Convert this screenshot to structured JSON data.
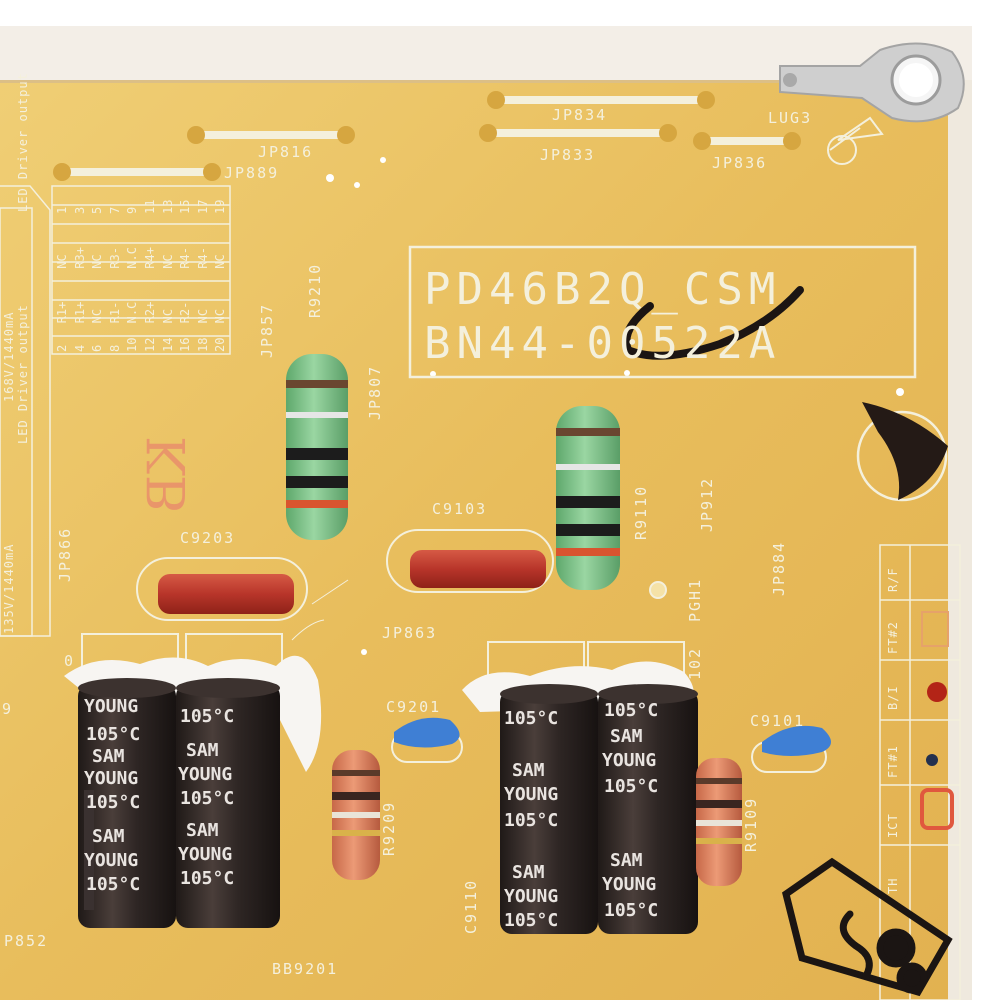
{
  "board": {
    "model": "PD46B2Q_CSM",
    "part_number": "BN44-00522A",
    "kb_mark": "KB"
  },
  "labels": {
    "jp816": "JP816",
    "jp889": "JP889",
    "jp834": "JP834",
    "jp833": "JP833",
    "jp836": "JP836",
    "lug3": "LUG3",
    "jp857": "JP857",
    "r9210": "R9210",
    "jp807": "JP807",
    "r9110": "R9110",
    "jp912": "JP912",
    "jp884": "JP884",
    "pgh1": "PGH1",
    "c9203": "C9203",
    "c9103": "C9103",
    "jp866": "JP866",
    "jp863": "JP863",
    "c9201": "C9201",
    "c9101": "C9101",
    "r9209": "R9209",
    "r9109": "R9109",
    "c9110": "C9110",
    "bb9201": "BB9201",
    "jp852": "P852",
    "n102": "102",
    "n0": "0",
    "n9": "9"
  },
  "led_driver": {
    "line1": "LED Driver output",
    "line2": "168V/1440mA",
    "line3": "LED Driver output",
    "line4": "135V/1440mA"
  },
  "pin_table": {
    "rows": [
      [
        "2",
        "R1+",
        "NC",
        "1"
      ],
      [
        "4",
        "R1+",
        "R3+",
        "3"
      ],
      [
        "6",
        "NC",
        "NC",
        "5"
      ],
      [
        "8",
        "R1-",
        "R3-",
        "7"
      ],
      [
        "10",
        "N.C",
        "N.C",
        "9"
      ],
      [
        "12",
        "R2+",
        "R4+",
        "11"
      ],
      [
        "14",
        "NC",
        "NC",
        "13"
      ],
      [
        "16",
        "R2-",
        "R4-",
        "15"
      ],
      [
        "18",
        "NC",
        "R4-",
        "17"
      ],
      [
        "20",
        "NC",
        "NC",
        "19"
      ]
    ]
  },
  "capacitor_text": {
    "brand_a": "SAM",
    "brand_b": "YOUNG",
    "temp": "105°C"
  },
  "test_table": {
    "rows": [
      "R/F",
      "FT#2",
      "B/I",
      "FT#1",
      "ICT",
      "TH"
    ]
  },
  "colors": {
    "pcb": "#e8bd5c",
    "silkscreen": "#f4f0dc",
    "capacitor": "#2e2624",
    "resistor_green": "#7fc48a",
    "film_cap": "#b8352a",
    "ceramic_cap": "#3f7fd4",
    "marker": "#1b1513"
  }
}
